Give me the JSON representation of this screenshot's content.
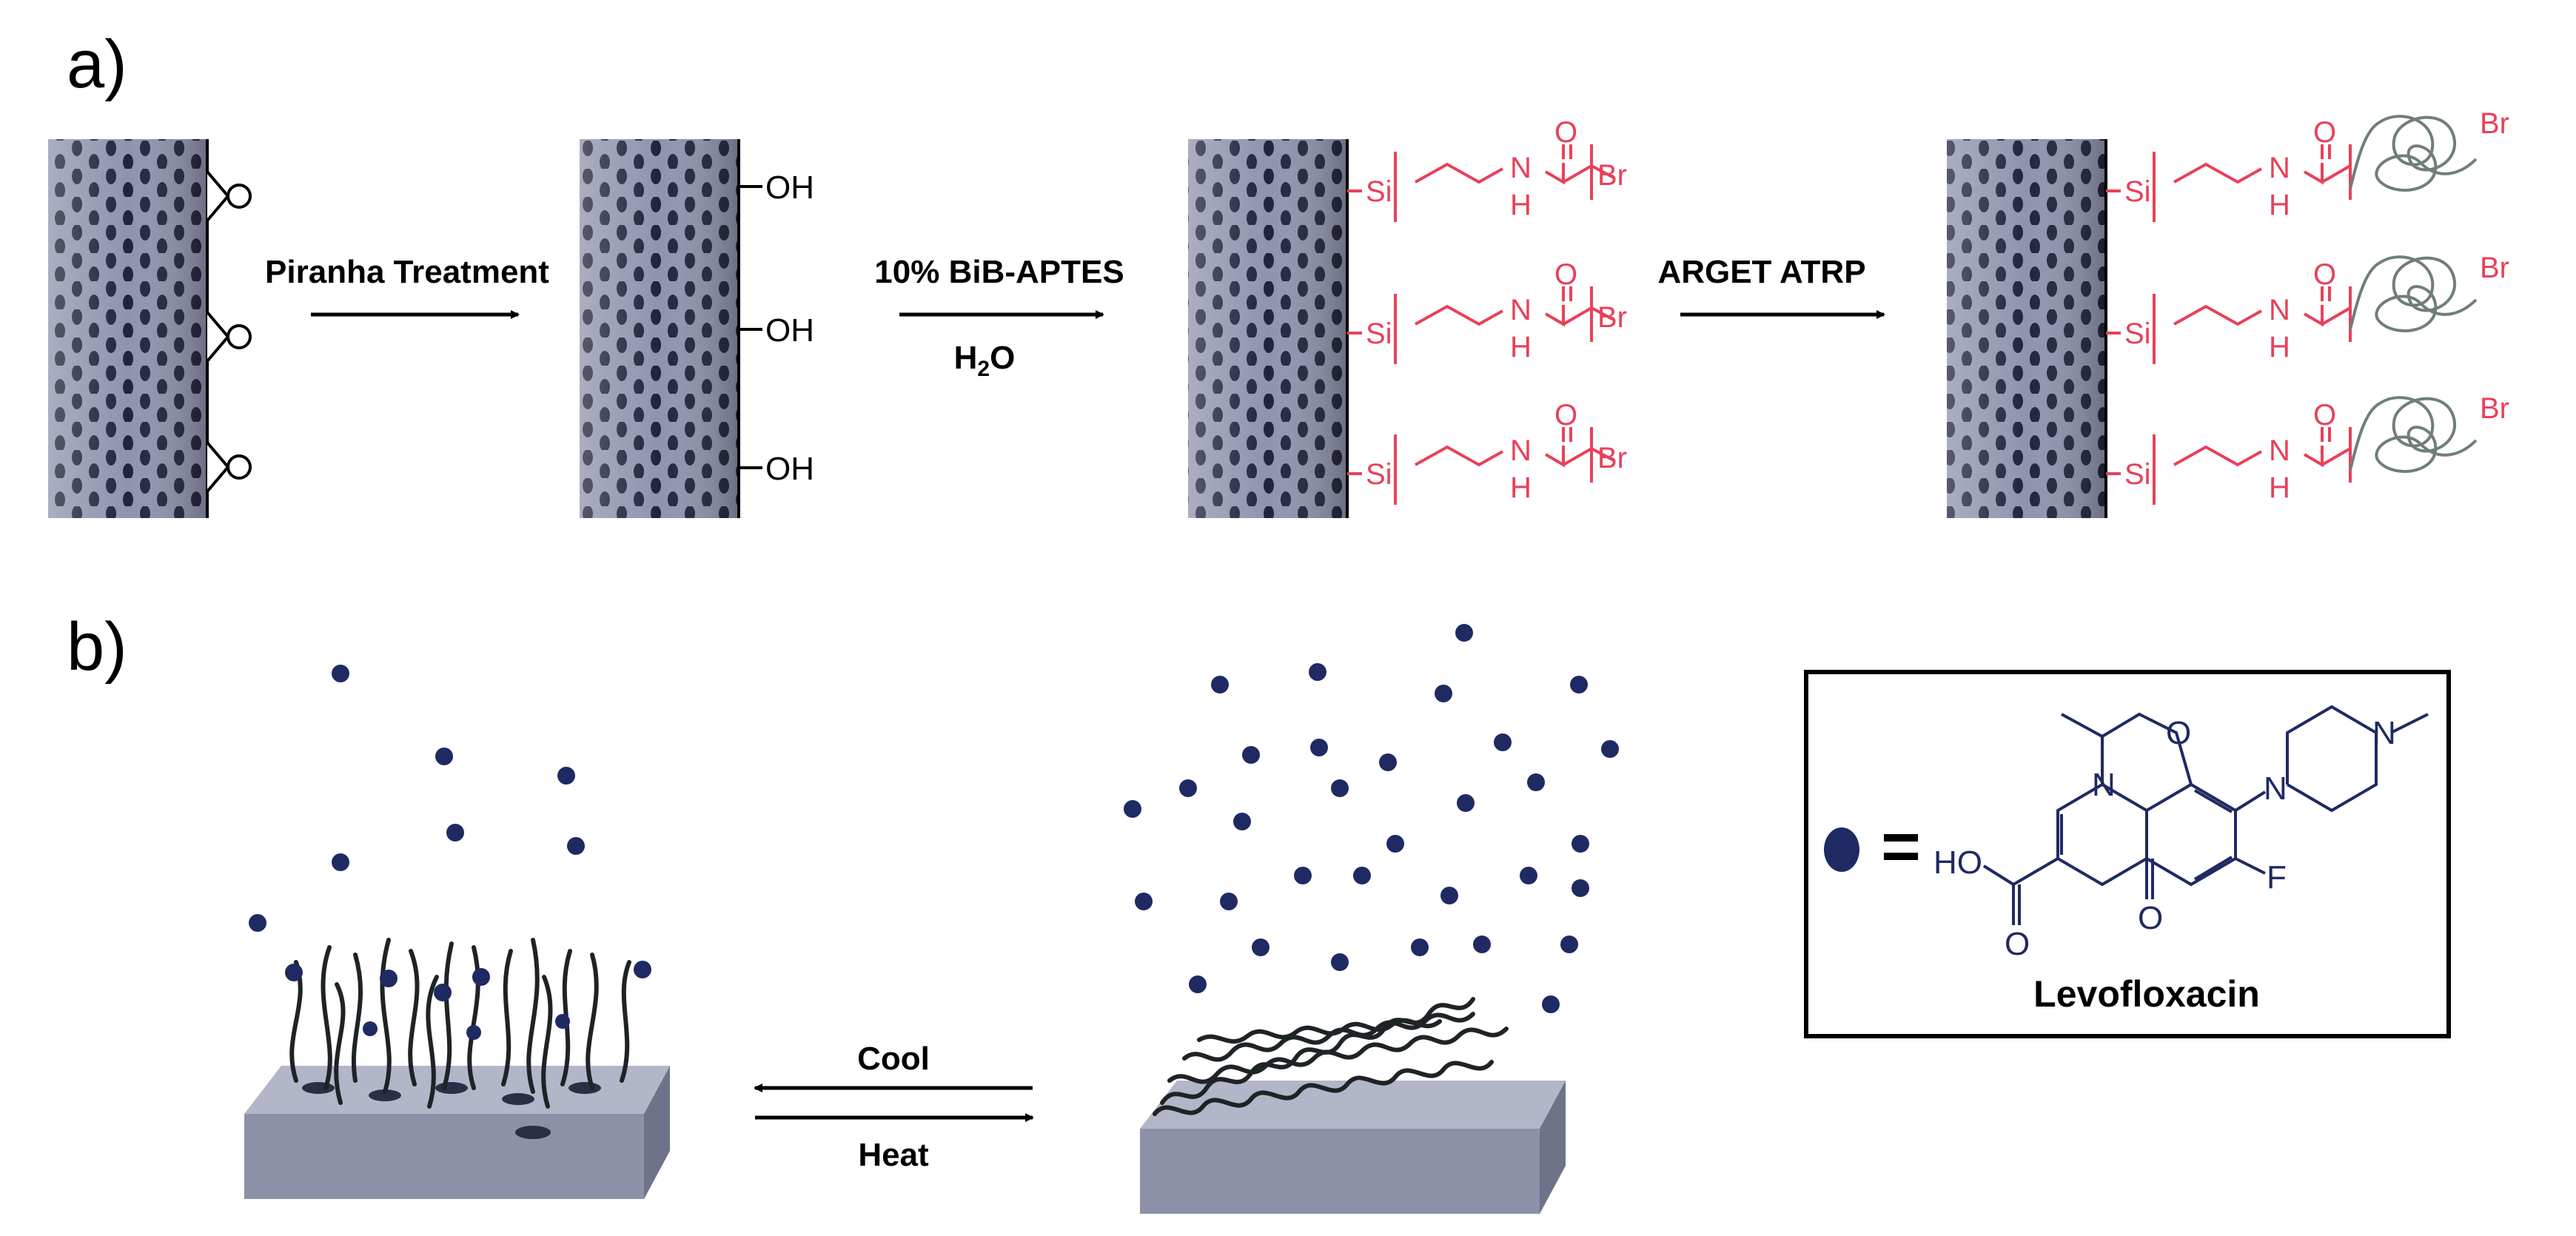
{
  "panels": {
    "a": "a)",
    "b": "b)"
  },
  "reaction": {
    "step1": "Piranha Treatment",
    "step2": "10% BiB-APTES",
    "step2_solvent_main": "H",
    "step2_solvent_sub": "2",
    "step2_solvent_end": "O",
    "step3": "ARGET ATRP"
  },
  "groups": {
    "hydroxyl": "OH",
    "silicon": "Si",
    "oxygen": "O",
    "nitrogen": "N",
    "hydrogen": "H",
    "bromine": "Br"
  },
  "equilibrium": {
    "forward": "Cool",
    "reverse": "Heat"
  },
  "legend": {
    "equals": "=",
    "drug_name": "Levofloxacin",
    "acid": "HO",
    "oxygen": "O",
    "nitrogen": "N",
    "fluorine": "F"
  },
  "colors": {
    "linker": "#e8415a",
    "drug": "#1f2a63",
    "polymer": "#6f7f78",
    "substrate": "#8c92a8"
  }
}
